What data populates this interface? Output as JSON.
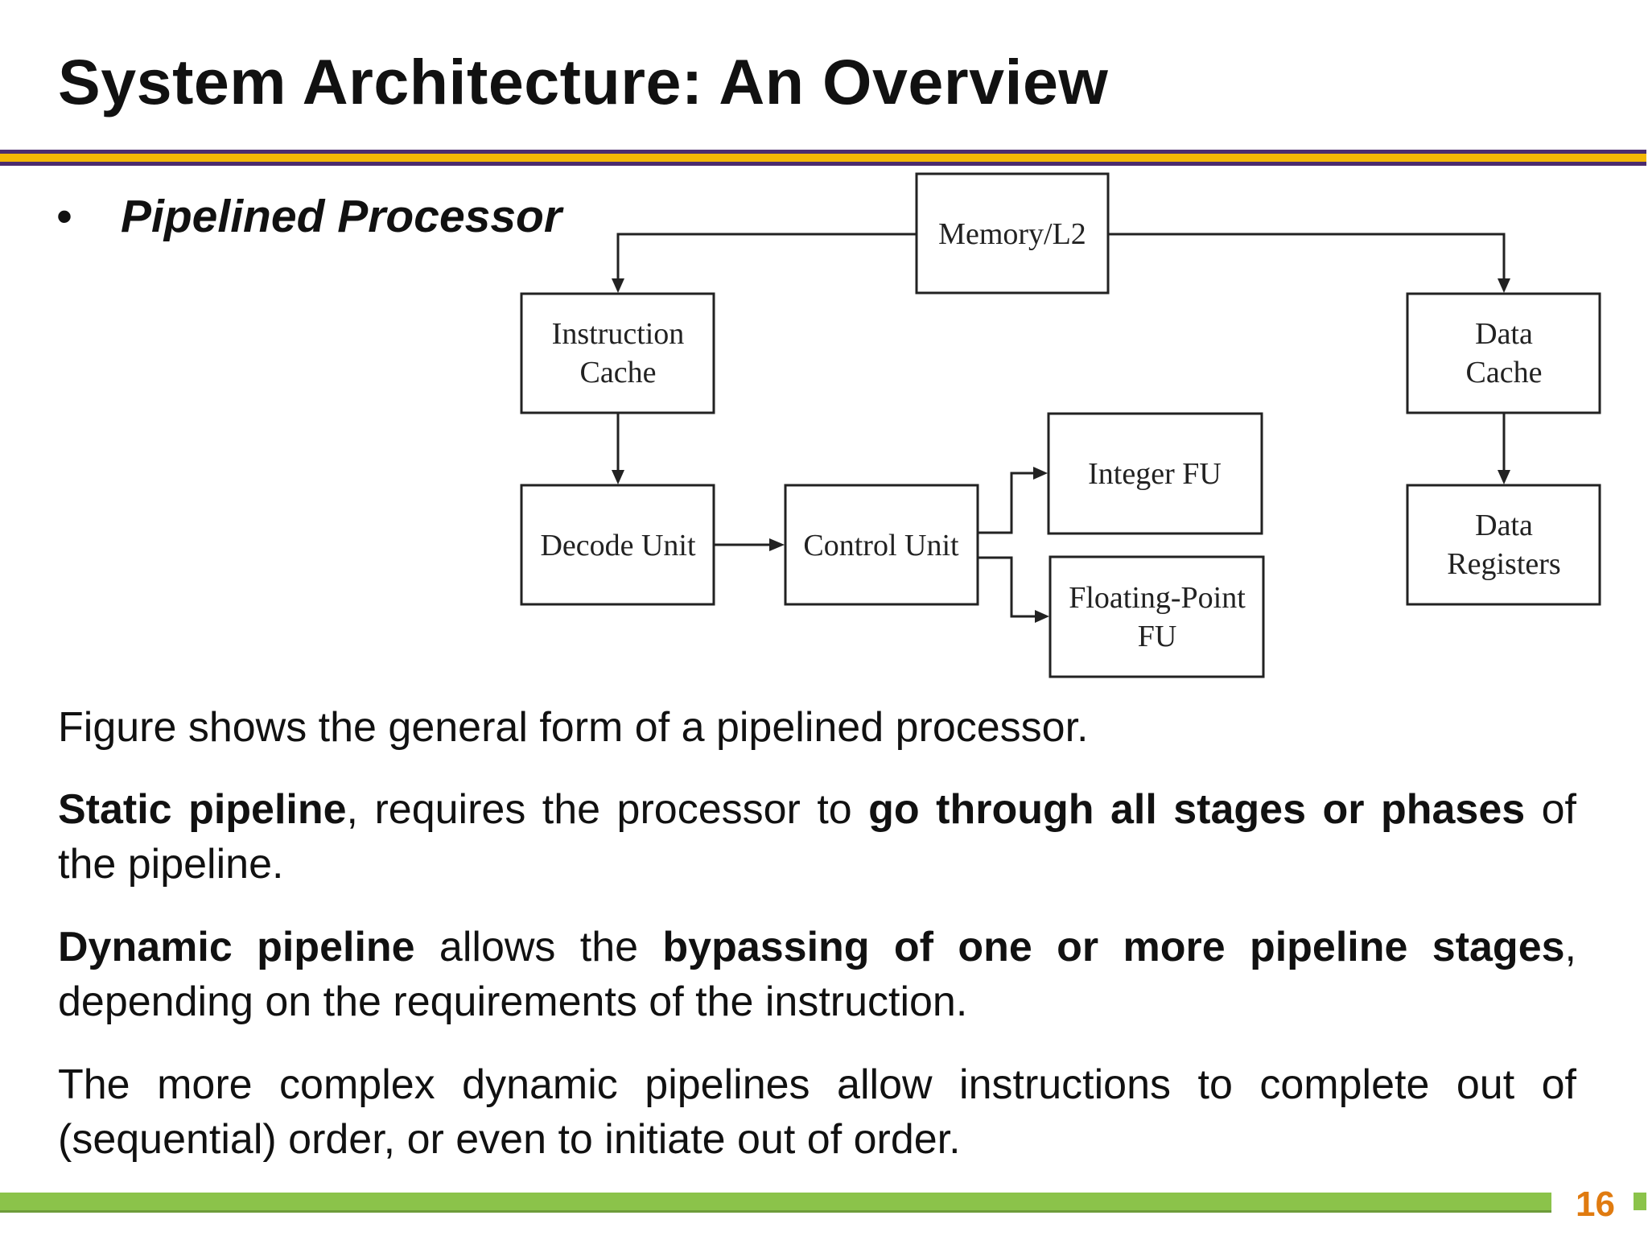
{
  "slide": {
    "title": "System Architecture: An Overview",
    "bullet_symbol": "•",
    "bullet": "Pipelined Processor",
    "page_number": "16"
  },
  "diagram": {
    "memory": "Memory/L2",
    "instruction_cache": [
      "Instruction",
      "Cache"
    ],
    "data_cache": [
      "Data",
      "Cache"
    ],
    "decode_unit": "Decode Unit",
    "control_unit": "Control Unit",
    "integer_fu": "Integer FU",
    "floating_point_fu": [
      "Floating-Point",
      "FU"
    ],
    "data_registers": [
      "Data",
      "Registers"
    ]
  },
  "body": {
    "p1": "Figure shows the general form of a pipelined processor.",
    "p2": {
      "bold1": "Static pipeline",
      "text1": ", requires the processor to ",
      "bold2": "go through all stages or phases",
      "text2": " of the pipeline."
    },
    "p3": {
      "bold1": "Dynamic pipeline",
      "text1": " allows the ",
      "bold2": "bypassing of one or more pipeline stages",
      "text2": ", depending on the requirements of the instruction."
    },
    "p4": "The more complex dynamic pipelines allow instructions to complete out of (sequential) order, or even to initiate out of order."
  }
}
